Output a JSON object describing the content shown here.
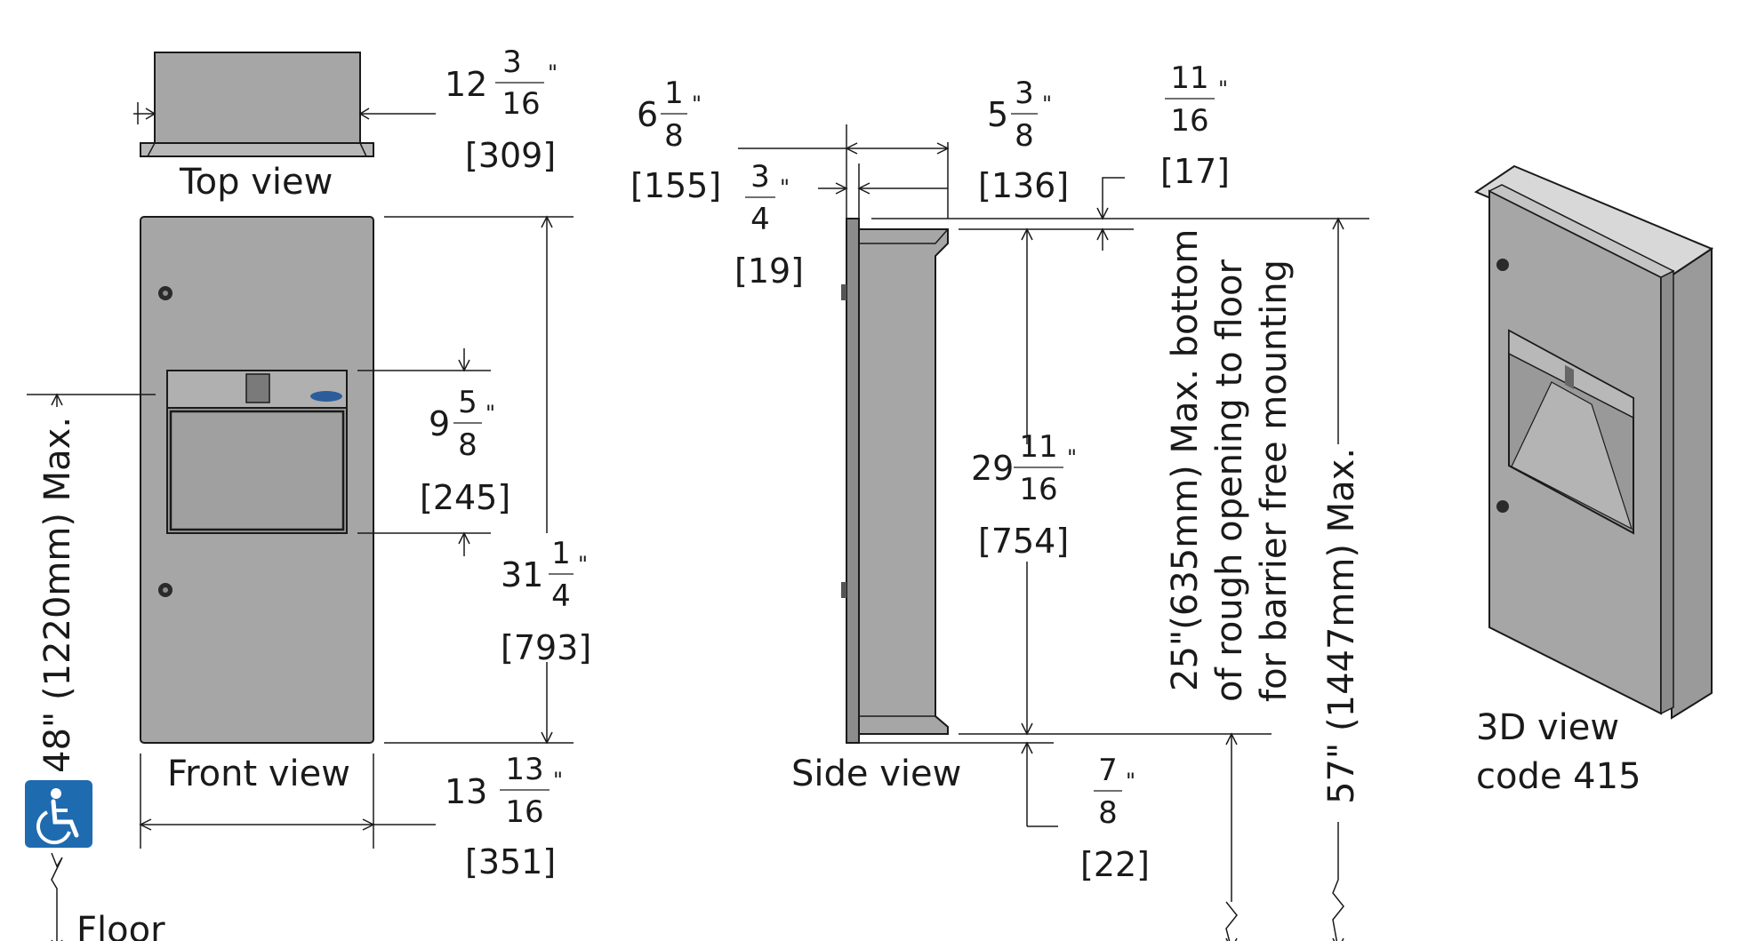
{
  "colors": {
    "panel": "#a6a6a6",
    "panel_dark": "#8c8c8c",
    "panel_light": "#c4c4c4",
    "outline": "#1a1a1a",
    "access_icon_bg": "#1f6bb0"
  },
  "labels": {
    "top_view": "Top view",
    "front_view": "Front view",
    "side_view": "Side view",
    "view_3d_line1": "3D view",
    "view_3d_line2": "code 415",
    "floor": "Floor",
    "max_48": "48\" (1220mm) Max.",
    "max_57": "57\" (1447mm) Max.",
    "note_line1": "25\"(635mm) Max. bottom",
    "note_line2": "of rough opening to floor",
    "note_line3": "for barrier free mounting"
  },
  "icons": {
    "accessibility": "wheelchair-icon"
  },
  "dimensions": {
    "top_width": {
      "whole": "12",
      "num": "3",
      "den": "16",
      "mm": "[309]"
    },
    "front_width": {
      "whole": "13",
      "num": "13",
      "den": "16",
      "mm": "[351]"
    },
    "front_height": {
      "whole": "31",
      "num": "1",
      "den": "4",
      "mm": "[793]"
    },
    "opening_height": {
      "whole": "9",
      "num": "5",
      "den": "8",
      "mm": "[245]"
    },
    "side_depth_total": {
      "whole": "6",
      "num": "1",
      "den": "8",
      "mm": "[155]"
    },
    "side_flange": {
      "whole": "",
      "num": "3",
      "den": "4",
      "mm": "[19]"
    },
    "side_depth_body": {
      "whole": "5",
      "num": "3",
      "den": "8",
      "mm": "[136]"
    },
    "side_top_offset": {
      "whole": "",
      "num": "11",
      "den": "16",
      "mm": "[17]"
    },
    "side_body_height": {
      "whole": "29",
      "num": "11",
      "den": "16",
      "mm": "[754]"
    },
    "side_bottom_offset": {
      "whole": "",
      "num": "7",
      "den": "8",
      "mm": "[22]"
    }
  }
}
